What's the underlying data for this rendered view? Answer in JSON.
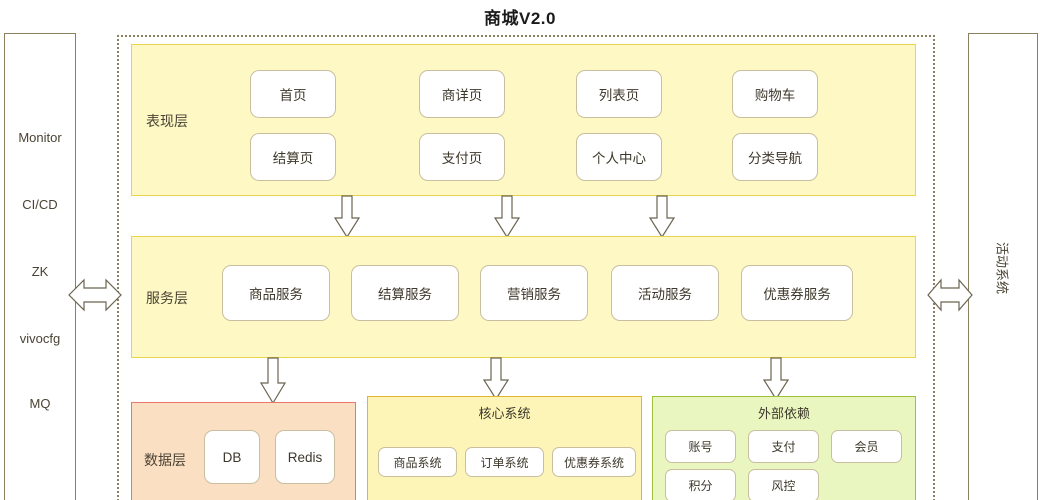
{
  "diagram": {
    "title": "商城V2.0"
  },
  "left_panel": {
    "name": "infrastructure-panel",
    "items": [
      {
        "label": "Monitor"
      },
      {
        "label": "CI/CD"
      },
      {
        "label": "ZK"
      },
      {
        "label": "vivocfg"
      },
      {
        "label": "MQ"
      }
    ]
  },
  "right_panel": {
    "name": "activity-system-panel",
    "label": "活动系统"
  },
  "layers": {
    "presentation": {
      "label": "表现层",
      "nodes_row1": [
        {
          "label": "首页"
        },
        {
          "label": "商详页"
        },
        {
          "label": "列表页"
        },
        {
          "label": "购物车"
        }
      ],
      "nodes_row2": [
        {
          "label": "结算页"
        },
        {
          "label": "支付页"
        },
        {
          "label": "个人中心"
        },
        {
          "label": "分类导航"
        }
      ]
    },
    "service": {
      "label": "服务层",
      "nodes": [
        {
          "label": "商品服务"
        },
        {
          "label": "结算服务"
        },
        {
          "label": "营销服务"
        },
        {
          "label": "活动服务"
        },
        {
          "label": "优惠券服务"
        }
      ]
    }
  },
  "groups": {
    "data_layer": {
      "label": "数据层",
      "nodes": [
        {
          "label": "DB"
        },
        {
          "label": "Redis"
        }
      ]
    },
    "core_system": {
      "title": "核心系统",
      "nodes": [
        {
          "label": "商品系统"
        },
        {
          "label": "订单系统"
        },
        {
          "label": "优惠券系统"
        }
      ]
    },
    "external_deps": {
      "title": "外部依赖",
      "nodes_row1": [
        {
          "label": "账号"
        },
        {
          "label": "支付"
        },
        {
          "label": "会员"
        }
      ],
      "nodes_row2": [
        {
          "label": "积分"
        },
        {
          "label": "风控"
        }
      ]
    }
  },
  "colors": {
    "layer_fill": "#fdf8c4",
    "layer_border": "#e8d44d",
    "data_fill": "#fbdfc3",
    "data_border": "#e8766a",
    "core_fill": "#fdf5b8",
    "core_border": "#e6b32e",
    "ext_fill": "#eaf6bf",
    "ext_border": "#9fc23c",
    "frame_border": "#8a8060"
  }
}
